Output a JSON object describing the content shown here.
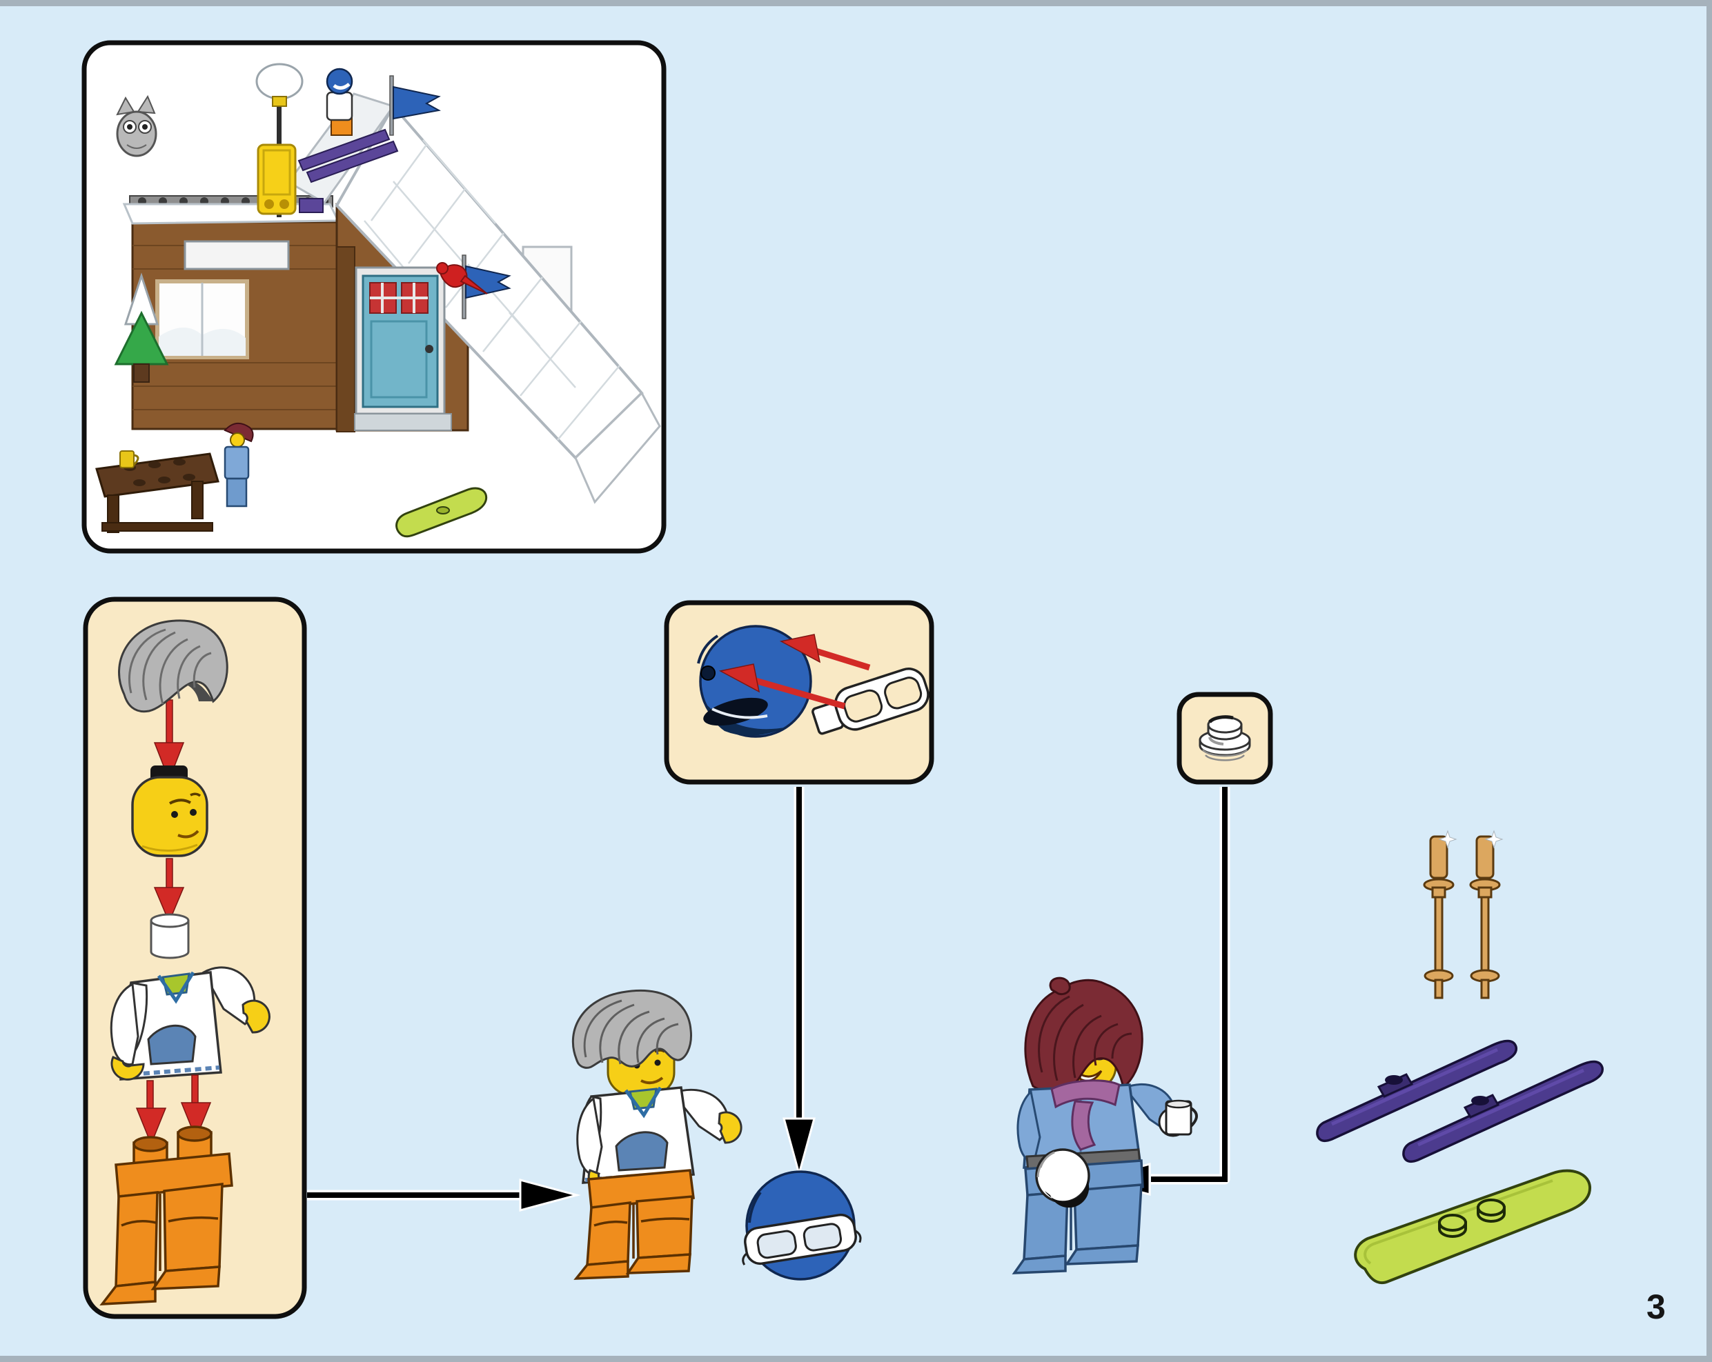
{
  "page": {
    "number": "3",
    "background_color": "#d8ebf8",
    "edge_color": "#a6b2bc",
    "panel_fill": "#f9e9c5",
    "callout_border": "#111111"
  },
  "model_preview": {
    "name": "ski-chalet-completed-model",
    "elements": [
      "snow-roof",
      "log-walls",
      "teal-door",
      "street-lamp",
      "blue-flag",
      "blue-flag",
      "rooftop-skier",
      "owl",
      "red-bird",
      "snowy-tree",
      "picnic-table",
      "mini-figure",
      "snowboard",
      "yellow-panel"
    ]
  },
  "minifigure_assembly": {
    "arrow_color": "#d22a26",
    "steps": [
      {
        "part": "hair-piece",
        "color": "#b0b0b0"
      },
      {
        "part": "head-piece",
        "color": "#f6cf17"
      },
      {
        "part": "torso-hoodie-piece",
        "color": "#ffffff"
      },
      {
        "part": "legs-piece",
        "color": "#ef8d1d"
      }
    ]
  },
  "helmet_assembly": {
    "arrow_color": "#d22a26",
    "parts": [
      {
        "part": "ski-helmet",
        "color": "#2d63b8"
      },
      {
        "part": "goggles",
        "color": "#ffffff"
      }
    ]
  },
  "round_plate_callout": {
    "parts": [
      {
        "part": "round-plate-1x1",
        "color": "#ffffff"
      }
    ]
  },
  "figures": {
    "boy": {
      "hair": "#b0b0b0",
      "hoodie": "#ffffff",
      "pocket": "#5b84b5",
      "legs": "#ef8d1d"
    },
    "woman": {
      "hair": "#7b2b34",
      "jacket": "#7fa8d7",
      "scarf": "#a4679f",
      "legs": "#6f9bcd",
      "held_part": "round-plate-1x1"
    }
  },
  "equipment": {
    "helmet_with_goggles": {
      "color": "#2d63b8"
    },
    "ski_poles": {
      "count": 2,
      "color": "#dca75f"
    },
    "skis": {
      "count": 2,
      "color": "#4c3b8e"
    },
    "snowboard": {
      "color": "#c3dc4e"
    }
  }
}
